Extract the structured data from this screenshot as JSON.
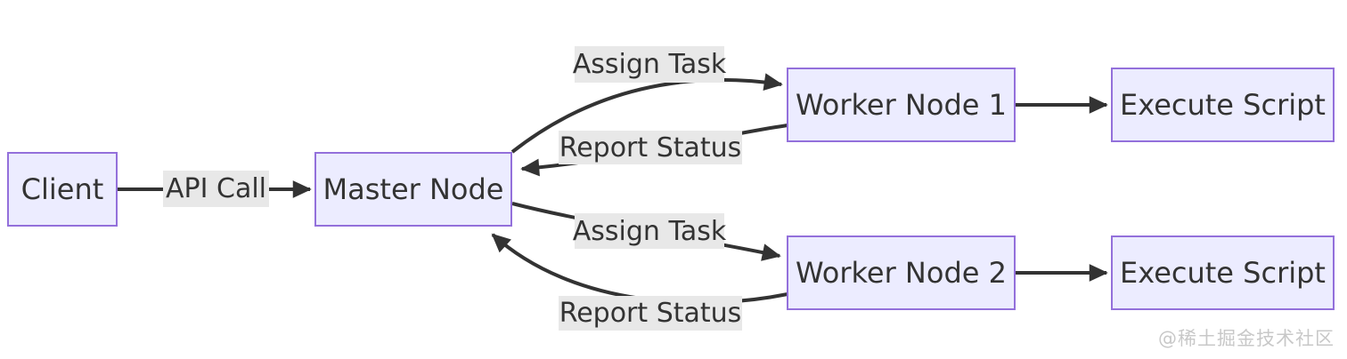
{
  "diagram": {
    "type": "flowchart",
    "direction": "left-to-right",
    "nodes": {
      "client": {
        "label": "Client"
      },
      "master": {
        "label": "Master Node"
      },
      "worker1": {
        "label": "Worker Node 1"
      },
      "worker2": {
        "label": "Worker Node 2"
      },
      "execute1": {
        "label": "Execute Script"
      },
      "execute2": {
        "label": "Execute Script"
      }
    },
    "edges": [
      {
        "from": "Client",
        "to": "Master Node",
        "label": "API Call"
      },
      {
        "from": "Master Node",
        "to": "Worker Node 1",
        "label": "Assign Task"
      },
      {
        "from": "Worker Node 1",
        "to": "Master Node",
        "label": "Report Status"
      },
      {
        "from": "Master Node",
        "to": "Worker Node 2",
        "label": "Assign Task"
      },
      {
        "from": "Worker Node 2",
        "to": "Master Node",
        "label": "Report Status"
      },
      {
        "from": "Worker Node 1",
        "to": "Execute Script",
        "label": ""
      },
      {
        "from": "Worker Node 2",
        "to": "Execute Script",
        "label": ""
      }
    ]
  },
  "colors": {
    "node_fill": "#ECECFF",
    "node_border": "#9370DB",
    "edge_line": "#333333",
    "edge_label_bg": "#E8E8E8",
    "text": "#333333",
    "watermark_text": "#C8C8C8",
    "background": "#FFFFFF"
  },
  "watermark": {
    "text": "@稀土掘金技术社区"
  }
}
